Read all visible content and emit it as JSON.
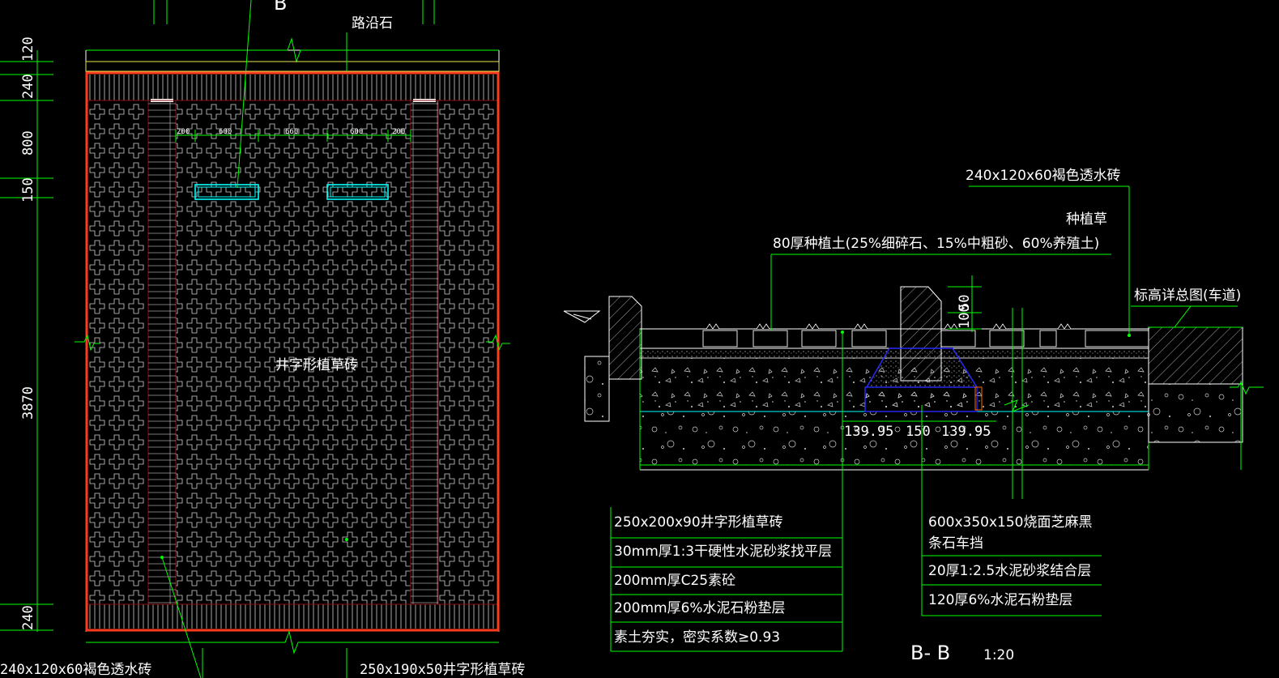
{
  "colors": {
    "background": "#000000",
    "line": "#ffffff",
    "dimension": "#00ff00",
    "cyan": "#00ffff",
    "border": "#ff3b1f",
    "dark_red": "#8a1010",
    "blue": "#2a2aff",
    "yellow": "#e8e850"
  },
  "plan": {
    "top_label": "路沿石",
    "section_marker": "B",
    "center_label": "井字形植草砖",
    "dim_vertical": [
      "120",
      "240",
      "800",
      "150",
      "3870",
      "240"
    ],
    "dim_horizontal": [
      "200",
      "600",
      "660",
      "600",
      "200"
    ],
    "bottom_left_label": "240x120x60褐色透水砖",
    "bottom_right_label": "250x190x50井字形植草砖"
  },
  "section": {
    "top_labels": [
      "240x120x60褐色透水砖",
      "种植草",
      "80厚种植土(25%细碎石、15%中粗砂、60%养殖土)",
      "标高详总图(车道)"
    ],
    "curb_dims": [
      "50",
      "100"
    ],
    "base_dims": [
      "139.95",
      "150",
      "139.95"
    ],
    "left_table": [
      "250x200x90井字形植草砖",
      "30mm厚1:3干硬性水泥砂浆找平层",
      "200mm厚C25素砼",
      "200mm厚6%水泥石粉垫层",
      "素土夯实，密实系数≥0.93"
    ],
    "right_table": [
      "600x350x150烧面芝麻黑",
      "条石车挡",
      "20厚1:2.5水泥砂浆结合层",
      "120厚6%水泥石粉垫层"
    ],
    "title": "B- B",
    "scale": "1:20"
  }
}
